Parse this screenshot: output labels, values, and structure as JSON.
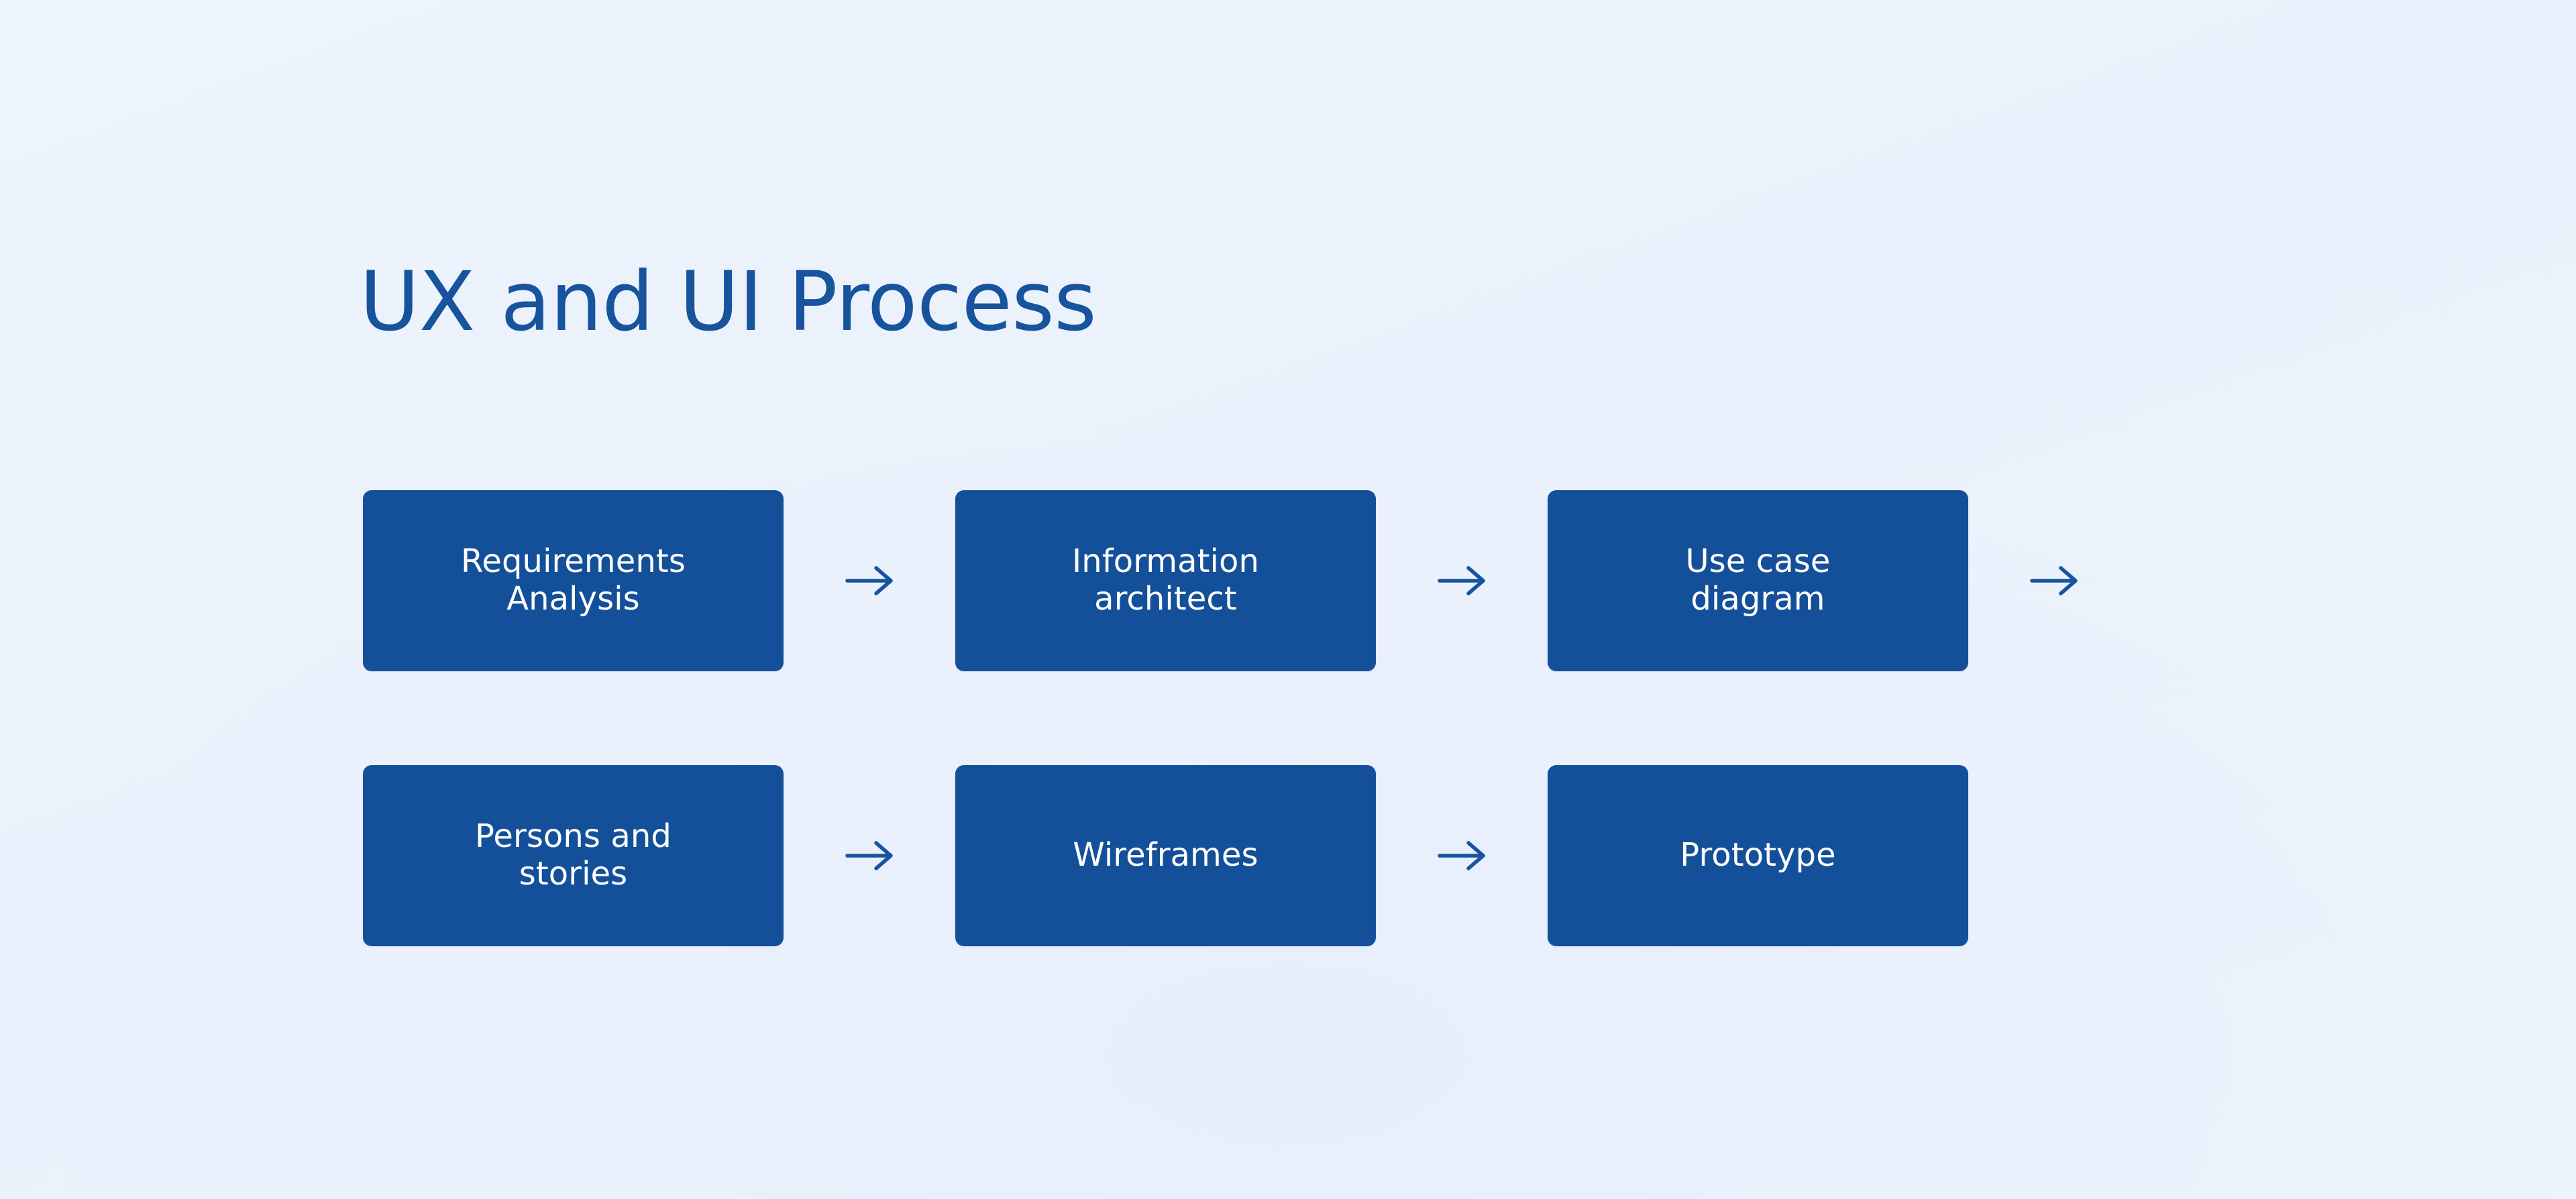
{
  "page": {
    "title": "UX and UI Process",
    "background_color": "#edf3fc",
    "accent_color": "#14509a",
    "title_color": "#17549d",
    "node_text_color": "#ffffff",
    "arrow_color": "#17549d"
  },
  "diagram": {
    "type": "process-flow",
    "rows": [
      {
        "row_index": 1,
        "steps": [
          {
            "id": "requirements-analysis",
            "line1": "Requirements",
            "line2": "Analysis",
            "text": "Requirements Analysis"
          },
          {
            "id": "information-architect",
            "line1": "Information",
            "line2": "architect",
            "text": "Information architect"
          },
          {
            "id": "use-case-diagram",
            "line1": "Use case",
            "line2": "diagram",
            "text": "Use case diagram"
          }
        ],
        "connectors": [
          "arrow-right",
          "arrow-right",
          "arrow-right"
        ],
        "trailing_connector": "arrow-right"
      },
      {
        "row_index": 2,
        "steps": [
          {
            "id": "persons-and-stories",
            "line1": "Persons and",
            "line2": "stories",
            "text": "Persons and stories"
          },
          {
            "id": "wireframes",
            "line1": "Wireframes",
            "line2": "",
            "text": "Wireframes"
          },
          {
            "id": "prototype",
            "line1": "Prototype",
            "line2": "",
            "text": "Prototype"
          }
        ],
        "connectors": [
          "arrow-right",
          "arrow-right"
        ],
        "trailing_connector": null
      }
    ]
  },
  "icons": {
    "arrow_right": "arrow-right-icon"
  }
}
